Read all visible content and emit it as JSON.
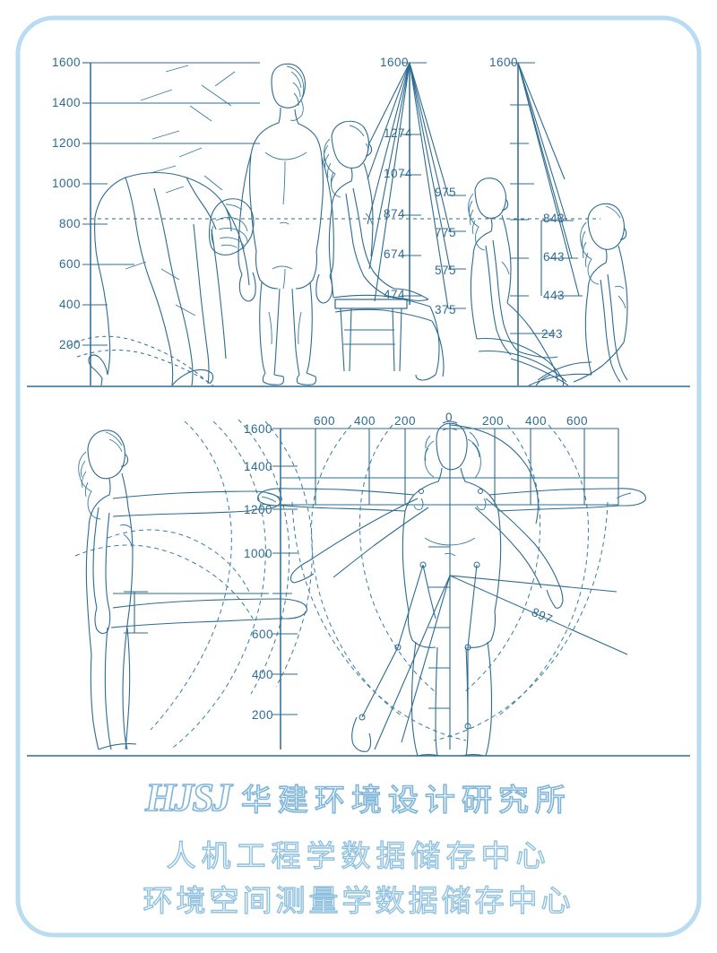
{
  "page": {
    "background": "#ffffff",
    "line_color": "#2e6b8f",
    "border_color": "#b9dcf0",
    "text_color": "#7fb5d8"
  },
  "top_panel": {
    "left_axis": {
      "unit": "mm",
      "ticks": [
        "1600",
        "1400",
        "1200",
        "1000",
        "800",
        "600",
        "400",
        "200"
      ]
    },
    "center_axis": {
      "top": "1600",
      "ticks": [
        "1274",
        "1074",
        "874",
        "674",
        "474"
      ]
    },
    "center_right_axis": {
      "ticks": [
        "975",
        "775",
        "575",
        "375"
      ]
    },
    "right_axis": {
      "top": "1600",
      "ticks": [
        "843",
        "643",
        "443",
        "243"
      ]
    },
    "figures": [
      "bending-forward-figure",
      "standing-figure",
      "seated-on-stool-figure",
      "kneeling-figure",
      "sitting-on-floor-figure"
    ]
  },
  "bottom_panel": {
    "left_axis": {
      "ticks": [
        "1600",
        "1400",
        "1200",
        "1000",
        "600",
        "400",
        "200"
      ]
    },
    "horizontal_axis": {
      "ticks": [
        "600",
        "400",
        "200",
        "0",
        "200",
        "400",
        "600"
      ]
    },
    "annotations": [
      {
        "value": "897",
        "name": "reach-radius-label"
      }
    ],
    "figures": [
      "side-view-reach-figure",
      "front-view-reach-figure"
    ]
  },
  "footer": {
    "logo_latin": "HJSJ",
    "logo_chinese": "华建环境设计研究所",
    "line2": "人机工程学数据储存中心",
    "line3": "环境空间测量学数据储存中心"
  }
}
